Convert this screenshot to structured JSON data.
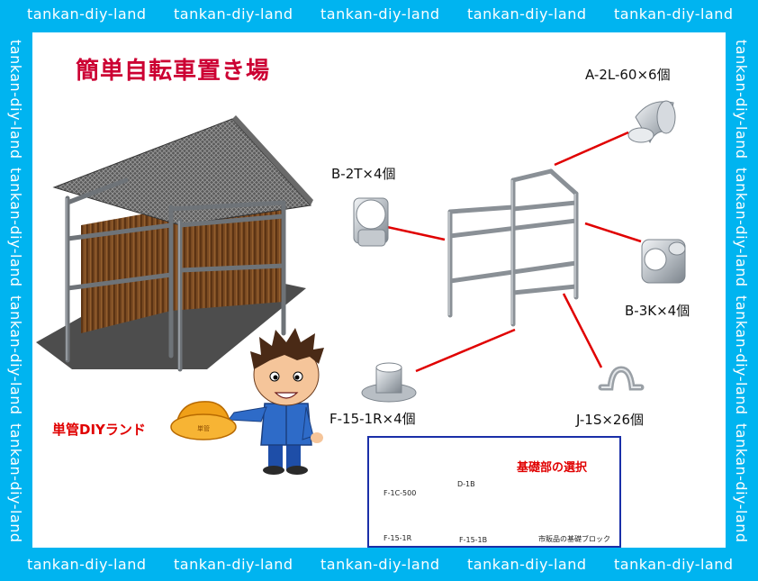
{
  "watermark": "tankan-diy-land",
  "title": "簡単自転車置き場",
  "brand": "単管DIYランド",
  "parts": {
    "a2l": "A-2L-60×6個",
    "b2t": "B-2T×4個",
    "b3k": "B-3K×4個",
    "f15": "F-15-1R×4個",
    "j1s": "J-1S×26個"
  },
  "base_options": {
    "title": "基礎部の選択",
    "f1c": "F-1C-500",
    "d1b": "D-1B",
    "f151r": "F-15-1R",
    "f151b": "F-15-1B",
    "block": "市販品の基礎ブロック"
  },
  "colors": {
    "frame": "#00b4f0",
    "title": "#cc0033",
    "brand": "#e00000",
    "leader": "#e00000",
    "base_border": "#1a2fa8"
  }
}
